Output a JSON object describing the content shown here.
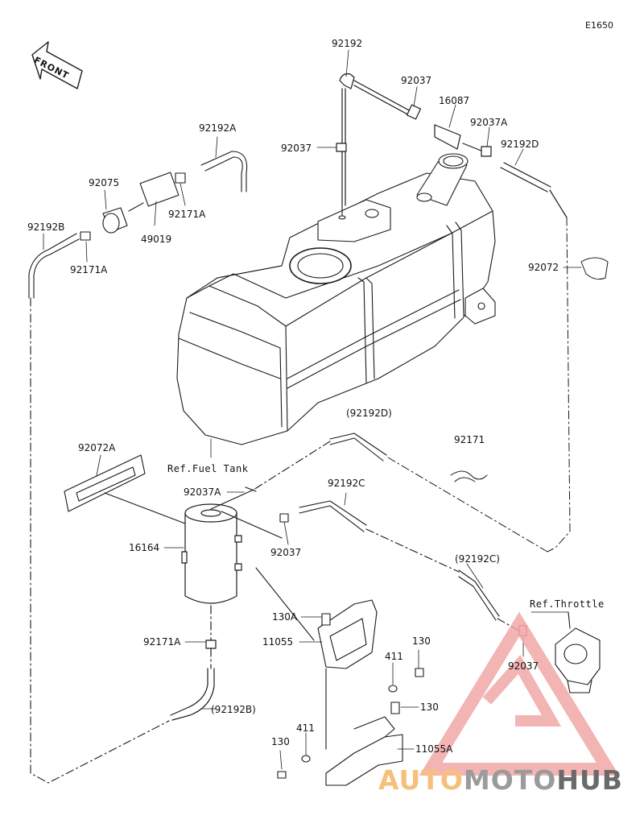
{
  "diagram_code": "E1650",
  "front_label": "FRONT",
  "parts": [
    {
      "id": "p-92192",
      "text": "92192"
    },
    {
      "id": "p-92037-1",
      "text": "92037"
    },
    {
      "id": "p-16087",
      "text": "16087"
    },
    {
      "id": "p-92037-2",
      "text": "92037"
    },
    {
      "id": "p-92037A-1",
      "text": "92037A"
    },
    {
      "id": "p-92192D",
      "text": "92192D"
    },
    {
      "id": "p-92192A",
      "text": "92192A"
    },
    {
      "id": "p-92075",
      "text": "92075"
    },
    {
      "id": "p-92171A-1",
      "text": "92171A"
    },
    {
      "id": "p-49019",
      "text": "49019"
    },
    {
      "id": "p-92192B",
      "text": "92192B"
    },
    {
      "id": "p-92171A-2",
      "text": "92171A"
    },
    {
      "id": "p-92072",
      "text": "92072"
    },
    {
      "id": "p-92192D-b",
      "text": "(92192D)"
    },
    {
      "id": "p-92171",
      "text": "92171"
    },
    {
      "id": "p-92072A",
      "text": "92072A"
    },
    {
      "id": "p-92037A-2",
      "text": "92037A"
    },
    {
      "id": "p-92192C",
      "text": "92192C"
    },
    {
      "id": "p-16164",
      "text": "16164"
    },
    {
      "id": "p-92037-3",
      "text": "92037"
    },
    {
      "id": "p-92192C-b",
      "text": "(92192C)"
    },
    {
      "id": "p-130A",
      "text": "130A"
    },
    {
      "id": "p-11055",
      "text": "11055"
    },
    {
      "id": "p-92171A-3",
      "text": "92171A"
    },
    {
      "id": "p-130-1",
      "text": "130"
    },
    {
      "id": "p-411-1",
      "text": "411"
    },
    {
      "id": "p-130-2",
      "text": "130"
    },
    {
      "id": "p-92037-4",
      "text": "92037"
    },
    {
      "id": "p-92192B-b",
      "text": "(92192B)"
    },
    {
      "id": "p-411-2",
      "text": "411"
    },
    {
      "id": "p-130-3",
      "text": "130"
    },
    {
      "id": "p-11055A",
      "text": "11055A"
    }
  ],
  "references": {
    "fuel_tank": "Ref.Fuel Tank",
    "throttle": "Ref.Throttle"
  },
  "watermark": {
    "part1": "AUTO",
    "part2": "MOTO",
    "part3": "HUB"
  },
  "colors": {
    "line": "#1a1a1a",
    "watermark_triangle": "#f2a7a7",
    "highlight": "#e23b3b"
  }
}
